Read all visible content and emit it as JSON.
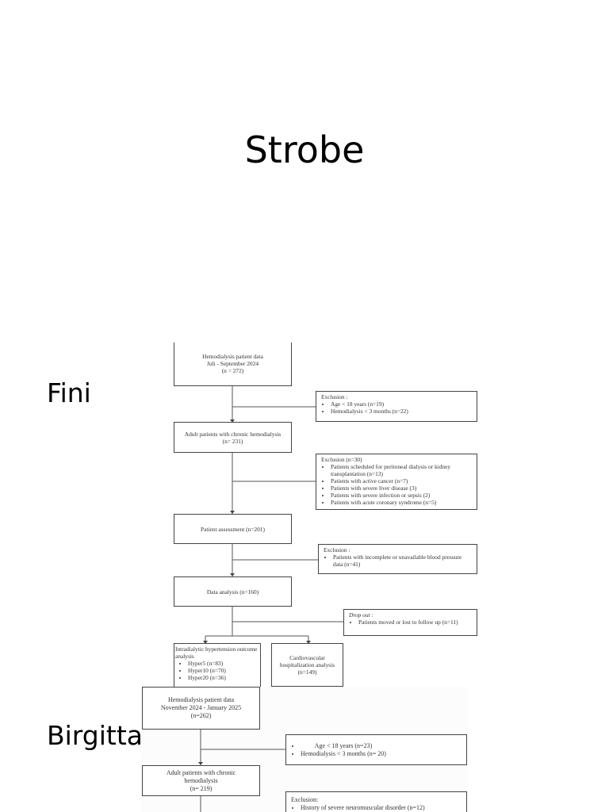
{
  "title": "Strobe",
  "labels": {
    "first": "Fini",
    "second": "Birgitta"
  },
  "flow1": {
    "start": [
      "Hemodialysis patient data",
      "Juli - September 2024",
      "(n = 272)"
    ],
    "excl1": {
      "head": "Exclusion :",
      "items": [
        "Age < 18 years (n=19)",
        "Hemodialysis < 3 months (n=22)"
      ]
    },
    "adult": [
      "Adult patients with chronic hemodialysis",
      "(n= 231)"
    ],
    "excl2": {
      "head": "Exclusion (n=30)",
      "items": [
        "Patients scheduled for peritoneal dialysis or kidney transplantation (n=13)",
        "Patients with active cancer (n=7)",
        "Patients with severe liver disease (3)",
        "Patients with severe infection or sepsis (2)",
        "Patients with acute coronary syndrome (n=5)"
      ]
    },
    "assessment": "Patient assessment (n=201)",
    "excl3": {
      "head": "Exclusion :",
      "items": [
        "Patients with incomplete or unavailable blood pressure data (n=41)"
      ]
    },
    "analysis": "Data analysis (n=160)",
    "dropout": {
      "head": "Drop out :",
      "items": [
        "Patients moved or lost to follow up (n=11)"
      ]
    },
    "idh": {
      "head": "Intradialytic hypertension outcome analysis",
      "items": [
        "Hyper5 (n=83)",
        "Hyper10 (n=70)",
        "Hyper20 (n=36)"
      ]
    },
    "cv": [
      "Cardiovascular",
      "hospitalization analysis",
      "(n=149)"
    ]
  },
  "flow2": {
    "start": [
      "Hemodialysis patient data",
      "November 2024 - January 2025",
      "(n=262)"
    ],
    "excl1": {
      "items": [
        "Age < 18 years (n=23)",
        "Hemodialysis < 3 months (n= 20)"
      ]
    },
    "adult": [
      "Adult patients with chronic",
      "hemodialysis",
      "(n= 219)"
    ],
    "excl2": {
      "head": "Exclusion:",
      "items": [
        "History of severe neuromuscular disorder (n=12)"
      ]
    }
  }
}
